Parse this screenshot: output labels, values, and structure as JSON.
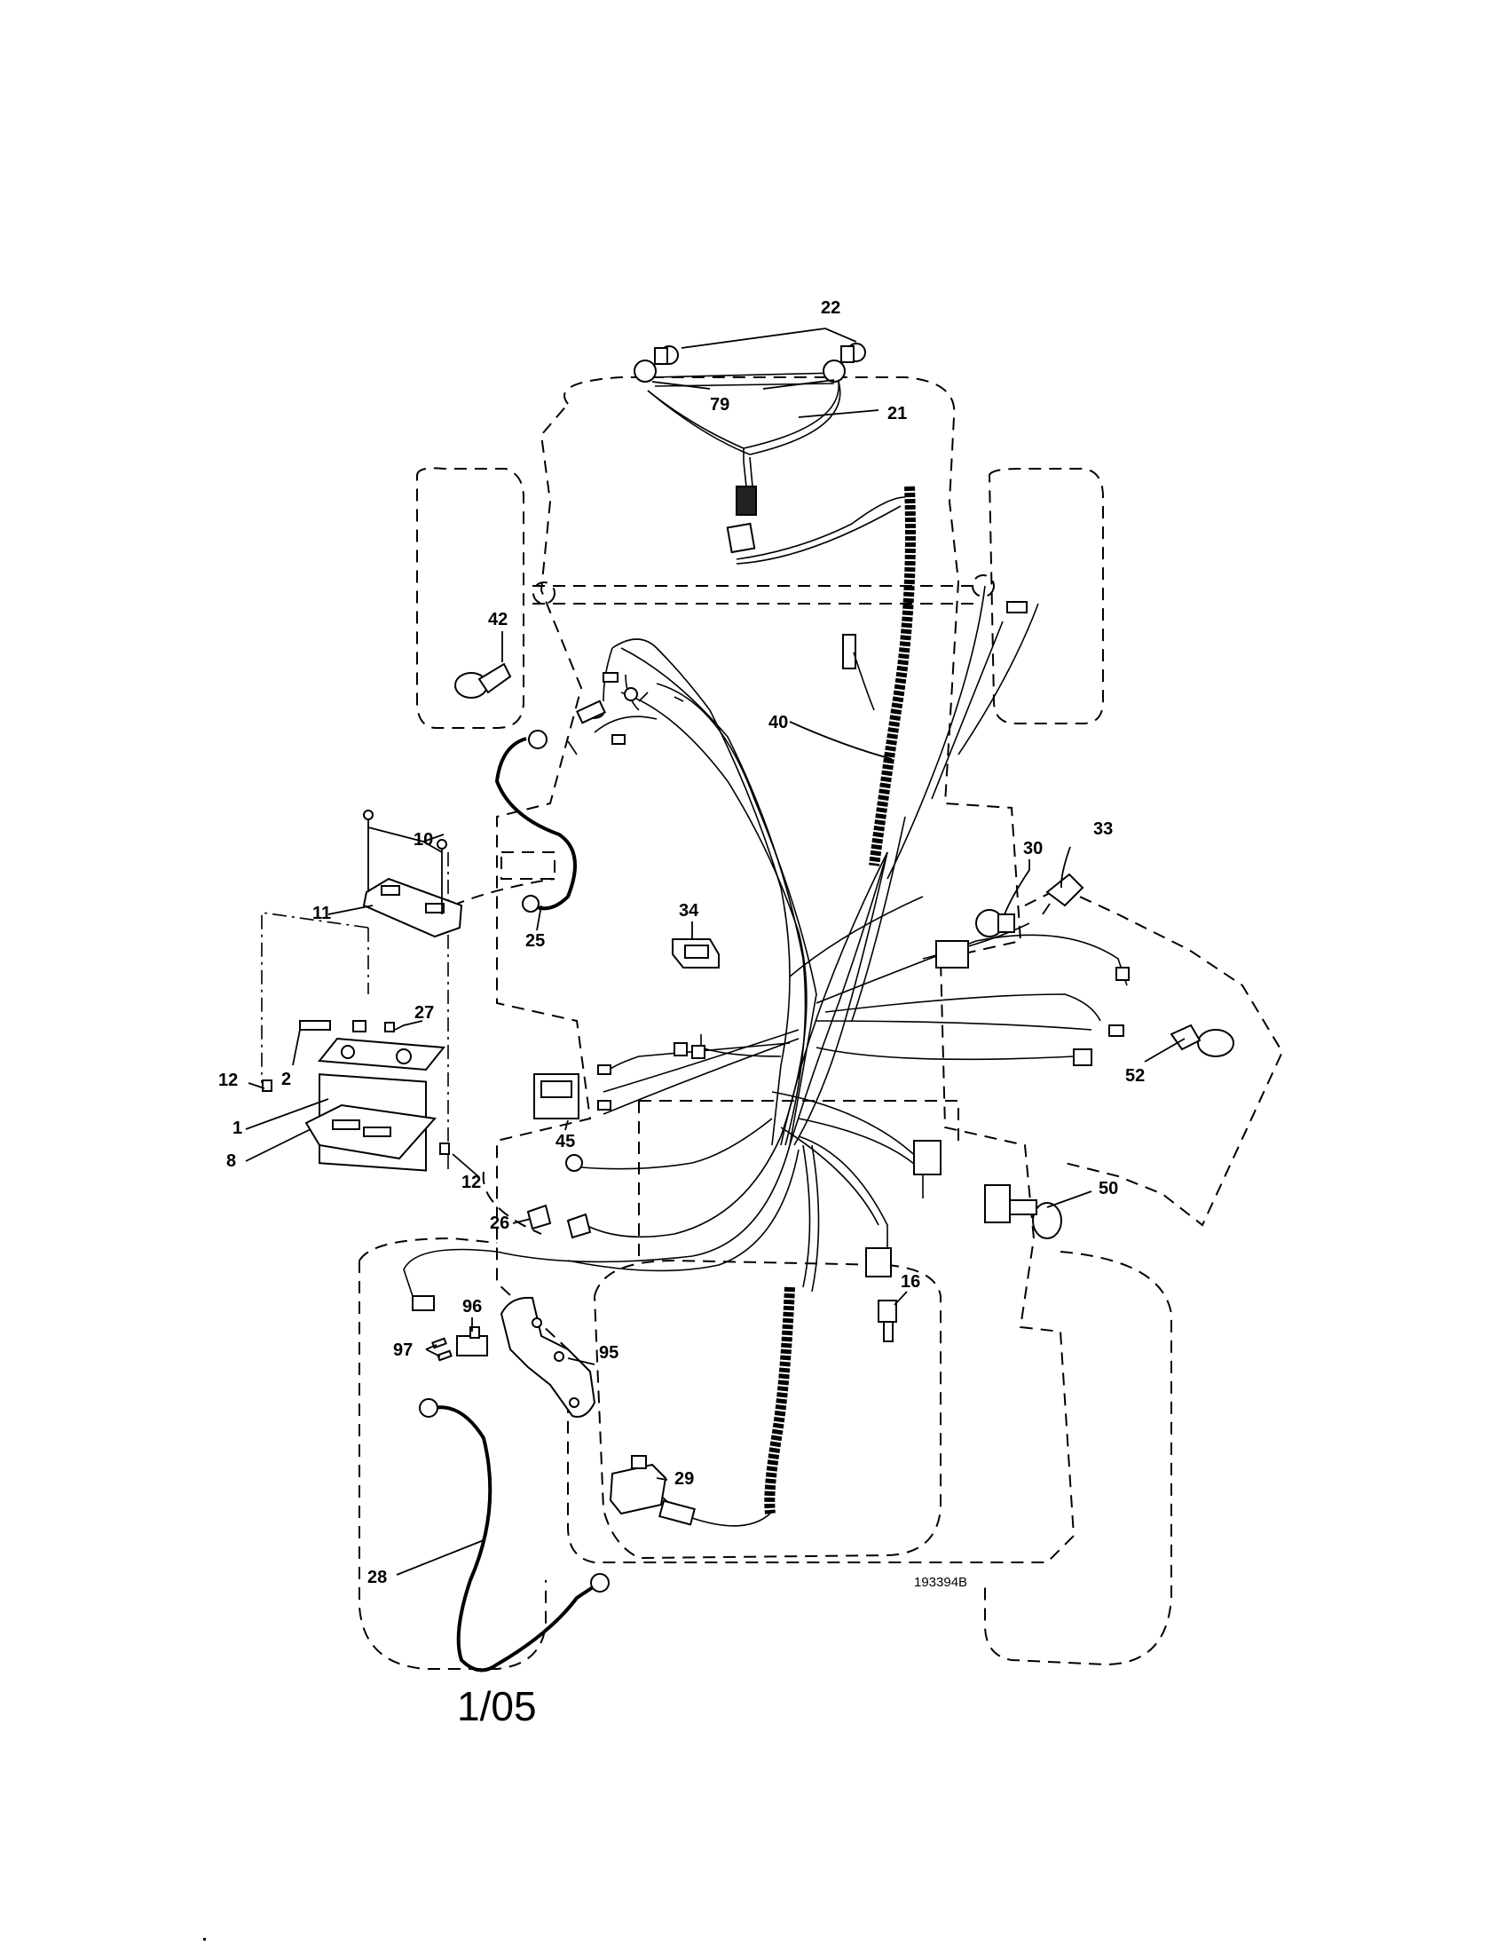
{
  "diagram": {
    "drawing_number": "193394B",
    "date_code": "1/05",
    "callouts": [
      {
        "id": "c22",
        "label": "22"
      },
      {
        "id": "c79",
        "label": "79"
      },
      {
        "id": "c21",
        "label": "21"
      },
      {
        "id": "c42",
        "label": "42"
      },
      {
        "id": "c40",
        "label": "40"
      },
      {
        "id": "c10",
        "label": "10"
      },
      {
        "id": "c11",
        "label": "11"
      },
      {
        "id": "c25",
        "label": "25"
      },
      {
        "id": "c33",
        "label": "33"
      },
      {
        "id": "c30",
        "label": "30"
      },
      {
        "id": "c34",
        "label": "34"
      },
      {
        "id": "c27",
        "label": "27"
      },
      {
        "id": "c12a",
        "label": "12"
      },
      {
        "id": "c2",
        "label": "2"
      },
      {
        "id": "c1",
        "label": "1"
      },
      {
        "id": "c8",
        "label": "8"
      },
      {
        "id": "c45",
        "label": "45"
      },
      {
        "id": "c12b",
        "label": "12"
      },
      {
        "id": "c52",
        "label": "52"
      },
      {
        "id": "c26",
        "label": "26"
      },
      {
        "id": "c50",
        "label": "50"
      },
      {
        "id": "c96",
        "label": "96"
      },
      {
        "id": "c16",
        "label": "16"
      },
      {
        "id": "c97",
        "label": "97"
      },
      {
        "id": "c95",
        "label": "95"
      },
      {
        "id": "c29",
        "label": "29"
      },
      {
        "id": "c28",
        "label": "28"
      }
    ]
  }
}
